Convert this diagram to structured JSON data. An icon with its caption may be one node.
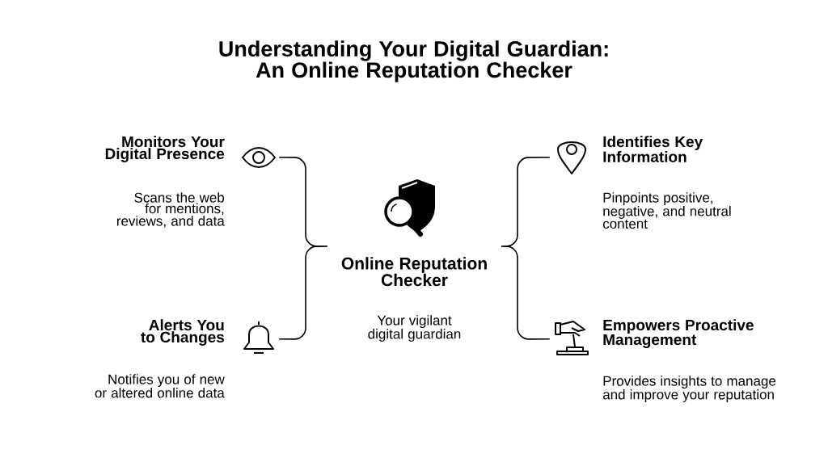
{
  "diagram": {
    "title": "Understanding Your Digital Guardian: An Online Reputation Checker",
    "nodes": [
      {
        "text": [
          "Monitors Your Digital Presence",
          "Scans the web for mentions, reviews, and data"
        ]
      },
      {
        "text": [
          "Identifies Key Information",
          "Pinpoints positive, negative, and neutral content"
        ]
      },
      {
        "text": [
          "Online Reputation Checker",
          "Your vigilant digital guardian"
        ]
      },
      {
        "text": [
          "Alerts You to Changes",
          "Notifies you of new or altered online data"
        ]
      },
      {
        "text": [
          "Empowers Proactive Management",
          "Provides insights to manage and improve your reputation"
        ]
      }
    ],
    "edges": [
      {
        "from": 2,
        "to": 0,
        "arrow": "none"
      },
      {
        "from": 2,
        "to": 3,
        "arrow": "none"
      },
      {
        "from": 2,
        "to": 1,
        "arrow": "none"
      },
      {
        "from": 2,
        "to": 4,
        "arrow": "none"
      }
    ]
  }
}
